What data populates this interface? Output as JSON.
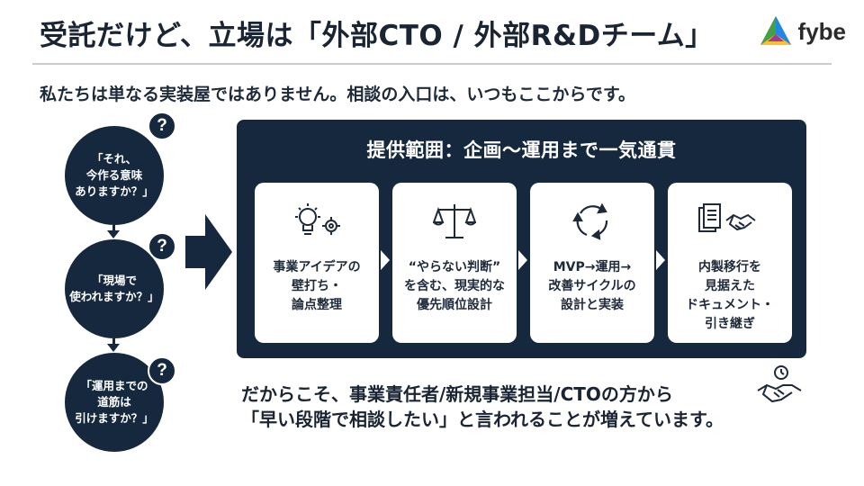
{
  "header": {
    "title": "受託だけど、立場は「外部CTO / 外部R&Dチーム」",
    "brand": "fybe"
  },
  "subtitle": "私たちは単なる実装屋ではありません。相談の入口は、いつもここからです。",
  "questions": [
    {
      "text": "「それ、\n今作る意味\nありますか？」",
      "mark": "?"
    },
    {
      "text": "「現場で\n使われますか？」",
      "mark": "?"
    },
    {
      "text": "「運用までの\n道筋は\n引けますか？」",
      "mark": "?"
    }
  ],
  "scope": {
    "title": "提供範囲：企画〜運用まで一気通貫",
    "cards": [
      {
        "icon": "lightbulb-gear-icon",
        "text": "事業アイデアの\n壁打ち・\n論点整理"
      },
      {
        "icon": "balance-scale-icon",
        "text": "“やらない判断”\nを含む、現実的な\n優先順位設計"
      },
      {
        "icon": "cycle-arrows-icon",
        "text": "MVP→運用→\n改善サイクルの\n設計と実装"
      },
      {
        "icon": "documents-handshake-icon",
        "text": "内製移行を\n見据えた\nドキュメント・\n引き継ぎ"
      }
    ]
  },
  "message": "だからこそ、事業責任者/新規事業担当/CTOの方から\n「早い段階で相談したい」と言われることが増えています。",
  "colors": {
    "navy": "#16283d",
    "white": "#ffffff",
    "rule": "#c8cbd0"
  }
}
